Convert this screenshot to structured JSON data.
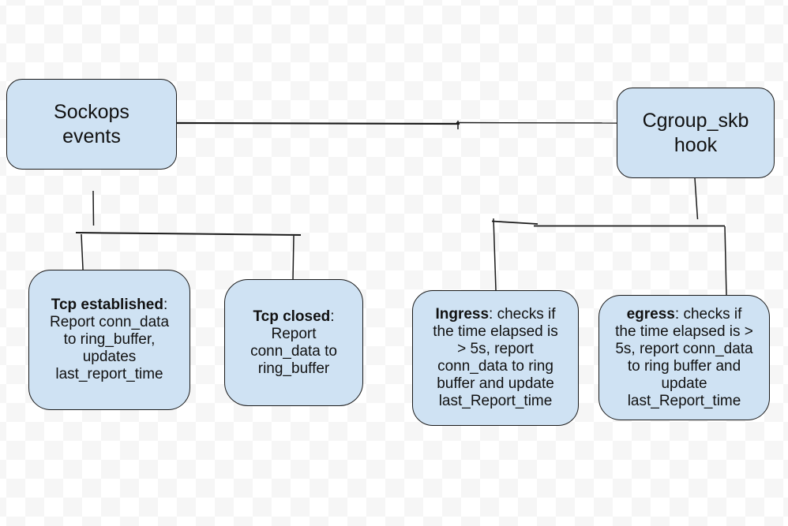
{
  "style": {
    "node_fill": "#cfe2f3",
    "node_border": "#1a1a1a",
    "connector_color": "#1a1a1a",
    "canvas_checker_light": "#ffffff",
    "canvas_checker_dark": "#f6f6f6"
  },
  "nodes": {
    "sockops": {
      "label": "Sockops\nevents"
    },
    "cgroup": {
      "label": "Cgroup_skb\nhook"
    },
    "tcp_established": {
      "bold": "Tcp established",
      "rest": ":\nReport conn_data\nto ring_buffer,\nupdates\nlast_report_time"
    },
    "tcp_closed": {
      "bold": "Tcp closed",
      "rest": ":\nReport\nconn_data to\nring_buffer"
    },
    "ingress": {
      "bold": "Ingress",
      "rest": ": checks if\nthe time elapsed is\n> 5s, report\nconn_data to ring\nbuffer and update\nlast_Report_time"
    },
    "egress": {
      "bold": "egress",
      "rest": ": checks if\nthe time elapsed is >\n5s, report conn_data\nto ring buffer and\nupdate\nlast_Report_time"
    }
  },
  "edges": [
    {
      "from": "sockops",
      "to": "cgroup"
    },
    {
      "from": "sockops",
      "to": "tcp_established"
    },
    {
      "from": "sockops",
      "to": "tcp_closed"
    },
    {
      "from": "cgroup",
      "to": "ingress"
    },
    {
      "from": "cgroup",
      "to": "egress"
    }
  ]
}
